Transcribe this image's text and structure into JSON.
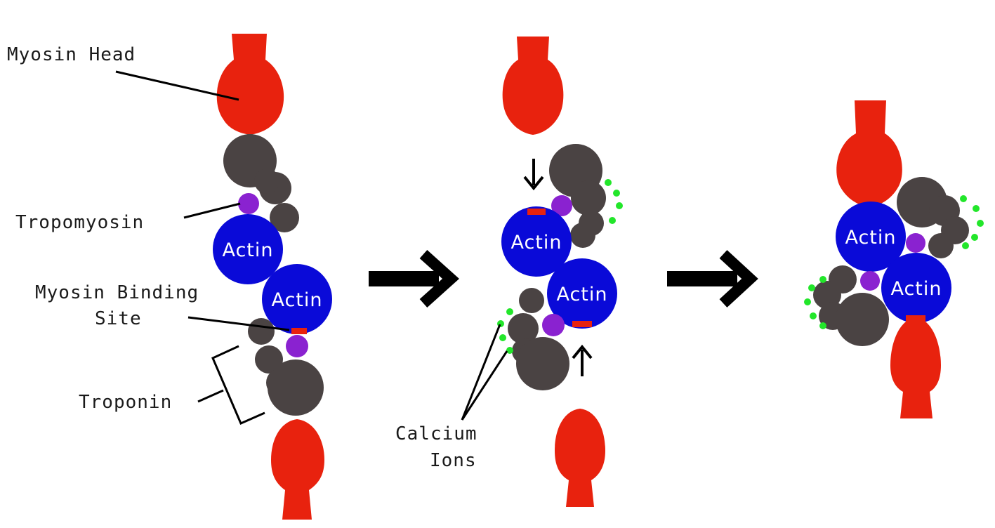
{
  "labels": {
    "myosin_head": "Myosin Head",
    "tropomyosin": "Tropomyosin",
    "myosin_binding_site_line1": "Myosin Binding",
    "myosin_binding_site_line2": "Site",
    "troponin": "Troponin",
    "calcium_ions_line1": "Calcium",
    "calcium_ions_line2": "Ions"
  },
  "actin_text": "Actin",
  "colors": {
    "myosin": "#e8220e",
    "actin": "#0a0ad8",
    "troponin": "#4a4343",
    "tropomyosin": "#8a22d0",
    "binding_site": "#e8220e",
    "calcium": "#22e62a",
    "arrow": "#000000"
  }
}
